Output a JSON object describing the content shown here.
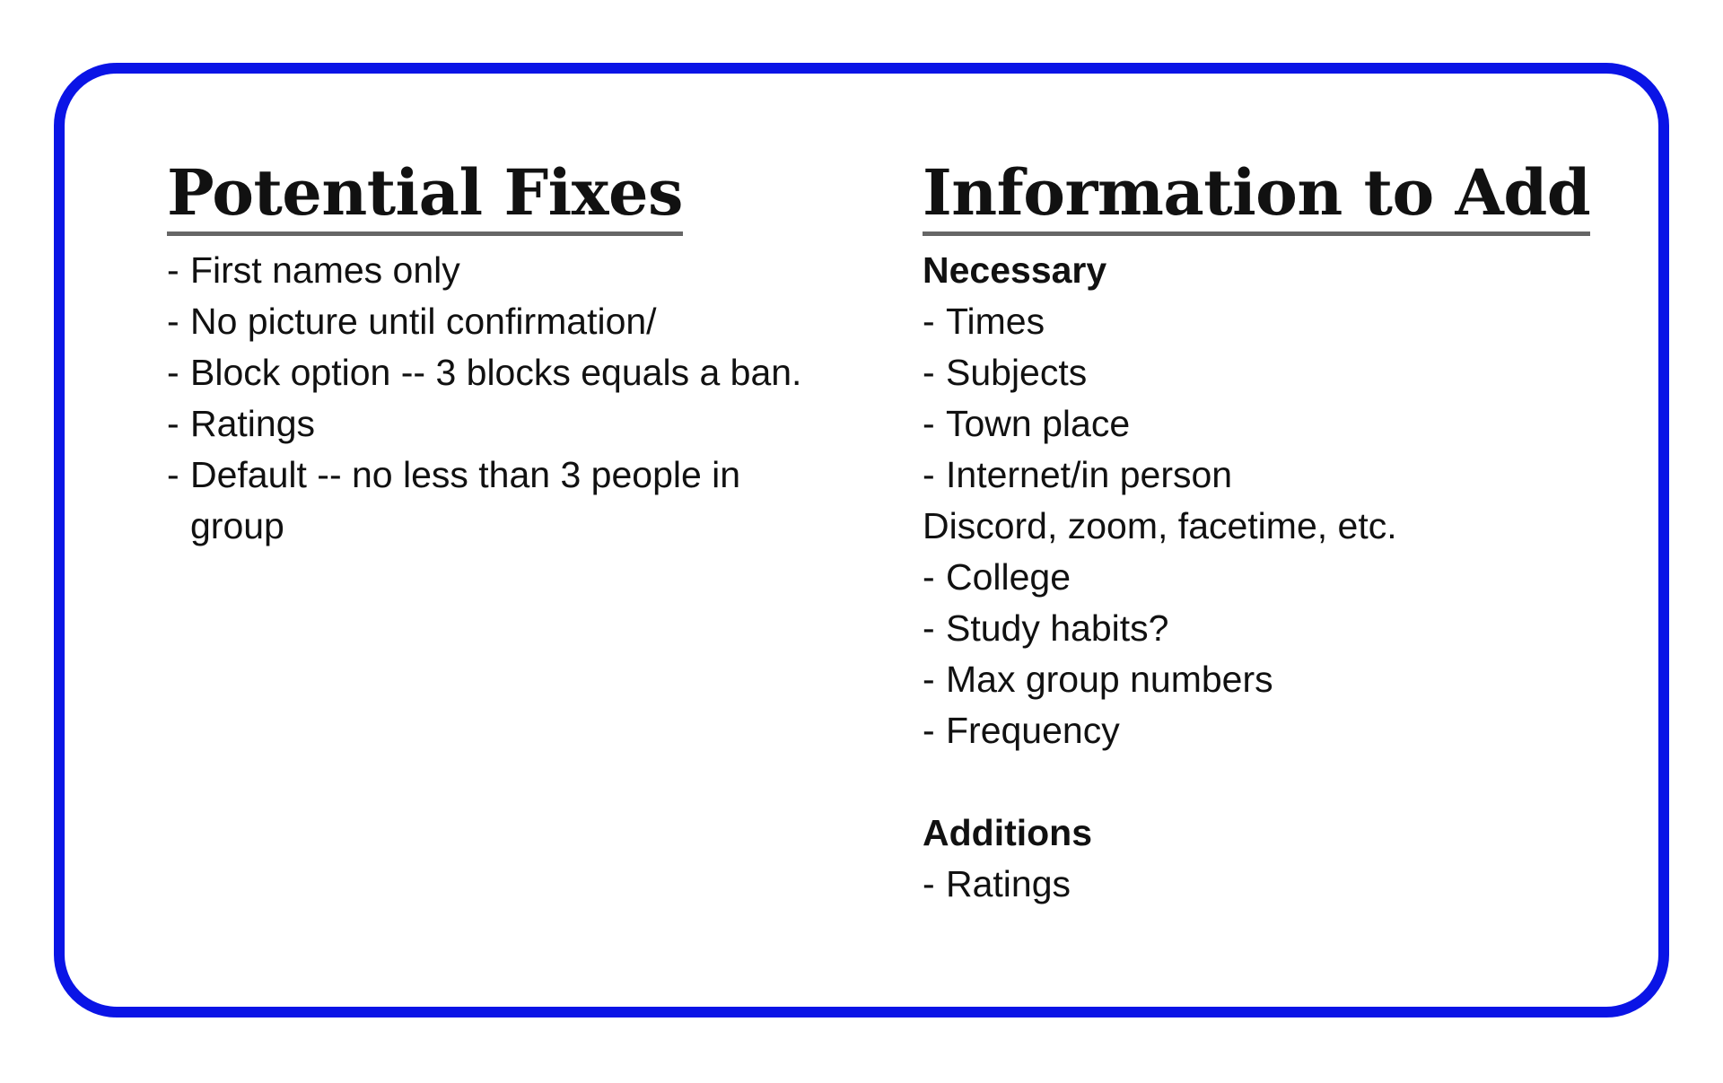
{
  "potential_fixes": {
    "title": "Potential Fixes",
    "items": [
      "First names only",
      "No picture until confirmation/",
      "Block option -- 3 blocks equals a ban.",
      "Ratings",
      "Default -- no less than 3 people in group"
    ]
  },
  "information_to_add": {
    "title": "Information to Add",
    "necessary": {
      "label": "Necessary",
      "items": [
        "Times",
        "Subjects",
        "Town place",
        "Internet/in person",
        "College",
        "Study habits?",
        "Max group numbers",
        "Frequency"
      ],
      "internet_note": "Discord, zoom, facetime, etc."
    },
    "additions": {
      "label": "Additions",
      "items": [
        "Ratings"
      ]
    }
  },
  "colors": {
    "border": "#0a14e6",
    "underline": "#666666",
    "text": "#111111"
  }
}
